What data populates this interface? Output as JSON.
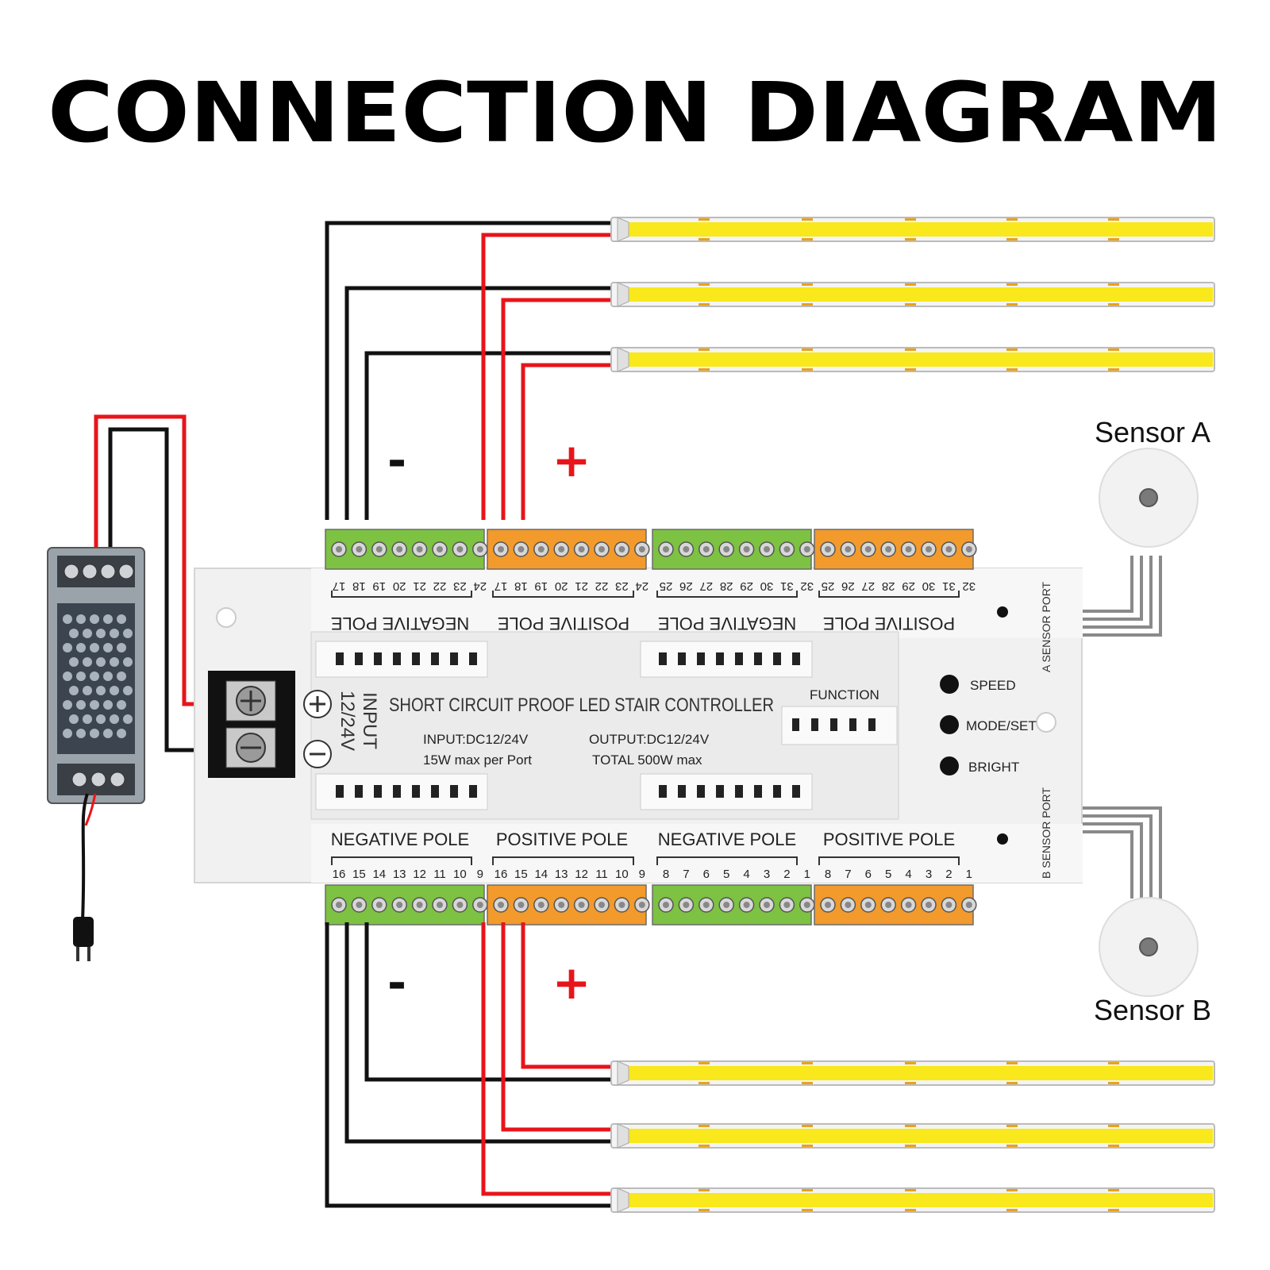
{
  "title": "CONNECTION DIAGRAM",
  "sensors": {
    "a_label": "Sensor A",
    "b_label": "Sensor B"
  },
  "signs": {
    "negative": "-",
    "positive": "+"
  },
  "controller": {
    "name": "SHORT CIRCUIT PROOF LED STAIR CONTROLLER",
    "input_spec": "INPUT:DC12/24V",
    "input_power": "15W max per Port",
    "output_spec": "OUTPUT:DC12/24V",
    "output_power": "TOTAL 500W max",
    "function_label": "FUNCTION",
    "input_label": "INPUT",
    "input_voltage": "12/24V",
    "buttons": [
      "SPEED",
      "MODE/SET",
      "BRIGHT"
    ],
    "a_sensor_port": "A SENSOR PORT",
    "b_sensor_port": "B SENSOR PORT",
    "top_poles": [
      "NEGATIVE POLE",
      "POSITIVE POLE",
      "NEGATIVE POLE",
      "POSITIVE POLE"
    ],
    "bottom_poles": [
      "NEGATIVE POLE",
      "POSITIVE POLE",
      "NEGATIVE POLE",
      "POSITIVE POLE"
    ],
    "top_numbers": [
      [
        "17",
        "18",
        "19",
        "20",
        "21",
        "22",
        "23",
        "24"
      ],
      [
        "17",
        "18",
        "19",
        "20",
        "21",
        "22",
        "23",
        "24"
      ],
      [
        "25",
        "26",
        "27",
        "28",
        "29",
        "30",
        "31",
        "32"
      ],
      [
        "25",
        "26",
        "27",
        "28",
        "29",
        "30",
        "31",
        "32"
      ]
    ],
    "bottom_numbers": [
      [
        "16",
        "15",
        "14",
        "13",
        "12",
        "11",
        "10",
        "9"
      ],
      [
        "16",
        "15",
        "14",
        "13",
        "12",
        "11",
        "10",
        "9"
      ],
      [
        "8",
        "7",
        "6",
        "5",
        "4",
        "3",
        "2",
        "1"
      ],
      [
        "8",
        "7",
        "6",
        "5",
        "4",
        "3",
        "2",
        "1"
      ]
    ]
  },
  "colors": {
    "wire_positive": "#e8141b",
    "wire_negative": "#111111",
    "terminal_green": "#7dc242",
    "terminal_orange": "#f39a2c",
    "led_yellow": "#f8e81c",
    "sensor_wire": "#8a8a8a"
  }
}
